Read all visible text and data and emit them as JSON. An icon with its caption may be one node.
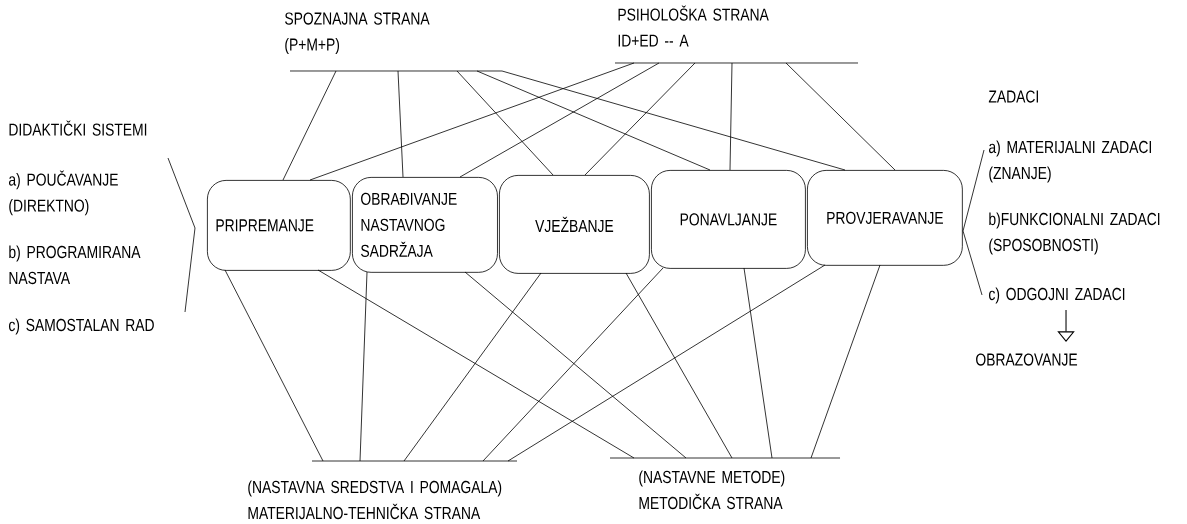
{
  "diagram": {
    "nodes": [
      {
        "text": [
          "SPOZNAJNA STRANA (P+M+P)"
        ]
      },
      {
        "text": [
          "PSIHOLOŠKA STRANA ID+ED -- A"
        ]
      },
      {
        "text": [
          "PRIPREMANJE"
        ]
      },
      {
        "text": [
          "OBRAĐIVANJE NASTAVNOG SADRŽAJA"
        ]
      },
      {
        "text": [
          "VJEŽBANJE"
        ]
      },
      {
        "text": [
          "PONAVLJANJE"
        ]
      },
      {
        "text": [
          "PROVJERAVANJE"
        ]
      },
      {
        "text": [
          "(NASTAVNA SREDSTVA I POMAGALA) MATERIJALNO-TEHNIČKA STRANA"
        ]
      },
      {
        "text": [
          "(NASTAVNE METODE) METODIČKA STRANA"
        ]
      },
      {
        "text": [
          "c) ODGOJNI ZADACI"
        ]
      },
      {
        "text": [
          "OBRAZOVANJE"
        ]
      }
    ],
    "edges": [
      {
        "from": 0,
        "to": 2,
        "arrow": "none"
      },
      {
        "from": 0,
        "to": 3,
        "arrow": "none"
      },
      {
        "from": 0,
        "to": 4,
        "arrow": "none"
      },
      {
        "from": 0,
        "to": 5,
        "arrow": "none"
      },
      {
        "from": 0,
        "to": 6,
        "arrow": "none"
      },
      {
        "from": 1,
        "to": 2,
        "arrow": "none"
      },
      {
        "from": 1,
        "to": 3,
        "arrow": "none"
      },
      {
        "from": 1,
        "to": 4,
        "arrow": "none"
      },
      {
        "from": 1,
        "to": 5,
        "arrow": "none"
      },
      {
        "from": 1,
        "to": 6,
        "arrow": "none"
      },
      {
        "from": 2,
        "to": 7,
        "arrow": "none"
      },
      {
        "from": 3,
        "to": 7,
        "arrow": "none"
      },
      {
        "from": 4,
        "to": 7,
        "arrow": "none"
      },
      {
        "from": 5,
        "to": 7,
        "arrow": "none"
      },
      {
        "from": 6,
        "to": 7,
        "arrow": "none"
      },
      {
        "from": 2,
        "to": 8,
        "arrow": "none"
      },
      {
        "from": 3,
        "to": 8,
        "arrow": "none"
      },
      {
        "from": 4,
        "to": 8,
        "arrow": "none"
      },
      {
        "from": 5,
        "to": 8,
        "arrow": "none"
      },
      {
        "from": 6,
        "to": 8,
        "arrow": "none"
      },
      {
        "from": 9,
        "to": 10,
        "arrow": "to"
      }
    ],
    "labels": [
      "DIDAKTIČKI SISTEMI",
      "a) POUČAVANJE (DIREKTNO)",
      "b) PROGRAMIRANA NASTAVA",
      "c) SAMOSTALAN RAD",
      "ZADACI",
      "a) MATERIJALNI ZADACI (ZNANJE)",
      "b)FUNKCIONALNI ZADACI (SPOSOBNOSTI)"
    ]
  }
}
